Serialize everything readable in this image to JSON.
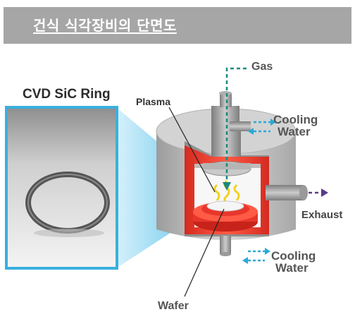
{
  "title": "건식 식각장비의 단면도",
  "labels": {
    "ring": "CVD SiC Ring",
    "plasma": "Plasma",
    "gas": "Gas",
    "cooling_top_1": "Cooling",
    "cooling_top_2": "Water",
    "exhaust": "Exhaust",
    "cooling_bottom_1": "Cooling",
    "cooling_bottom_2": "Water",
    "wafer": "Wafer"
  },
  "colors": {
    "title_bar": "#a6a6a6",
    "chamber_red": "#e8362b",
    "flow_teal": "#1a8a7a",
    "cooling_blue": "#2aa9d6",
    "exhaust_purple": "#5a3a8a",
    "plasma_yellow": "#f2d21b"
  }
}
